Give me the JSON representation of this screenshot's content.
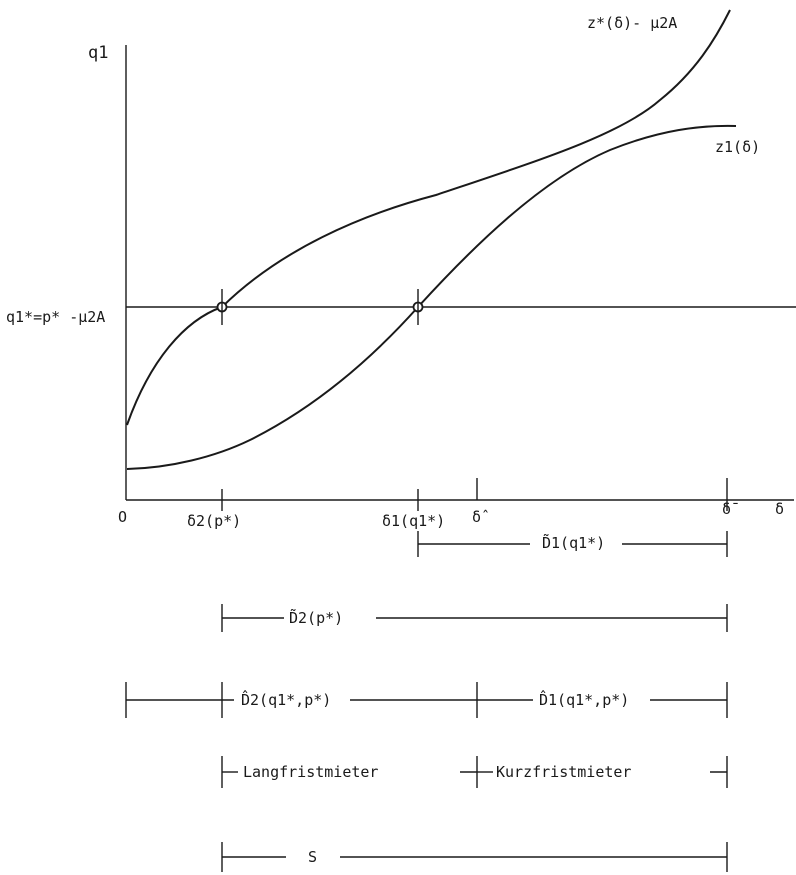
{
  "y_axis_label": "q1",
  "x_axis_label": "δ",
  "origin_label": "O",
  "curve_upper_label": "z*(δ)- μ2A",
  "curve_lower_label": "z1(δ)",
  "level_label": "q1*=p* -μ2A",
  "ticks": {
    "delta2": "δ2(p*)",
    "delta1": "δ1(q1*)",
    "delta_hat": "δ̂",
    "delta_bar": "δ̄"
  },
  "intervals": {
    "d1_tilde": "D̃1(q1*)",
    "d2_tilde": "D̃2(p*)",
    "d2_hat": "D̂2(q1*,p*)",
    "d1_hat": "D̂1(q1*,p*)",
    "long_term": "Langfristmieter",
    "short_term": "Kurzfristmieter",
    "s": "S"
  }
}
